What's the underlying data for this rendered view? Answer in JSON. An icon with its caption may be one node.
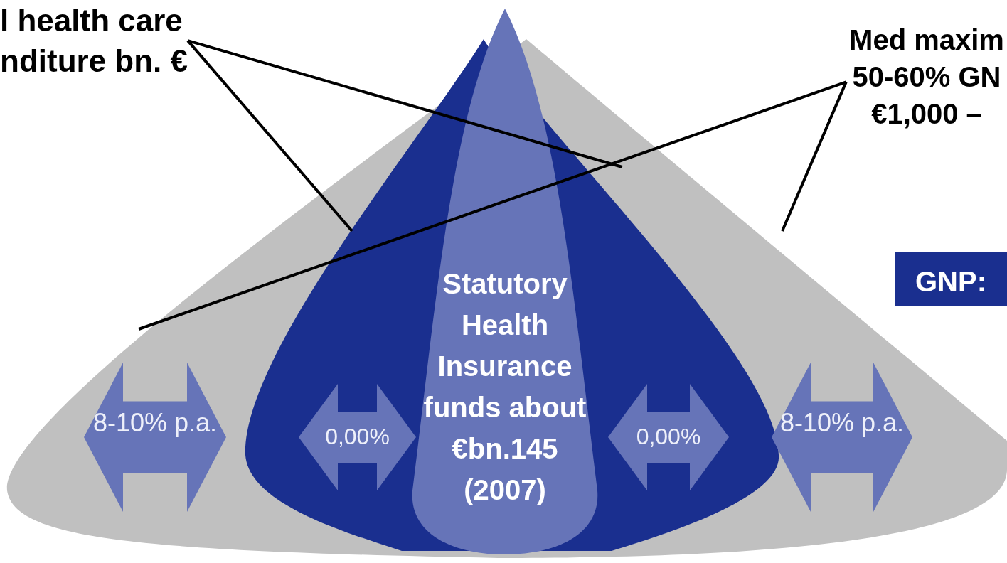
{
  "diagram": {
    "nodes": [
      {
        "text": [
          "l health care nditure bn. €"
        ]
      },
      {
        "text": [
          "Med maxim 50-60% GN €1,000 –"
        ]
      },
      {
        "text": [
          "GNP:"
        ]
      },
      {
        "text": [],
        "shape": "cone"
      },
      {
        "text": [],
        "shape": "drop",
        "in": 3
      },
      {
        "text": [
          "Statutory Health Insurance funds about €bn.145 (2007)"
        ]
      },
      {
        "text": [
          "8-10% p.a."
        ],
        "in": 3
      },
      {
        "text": [
          "0,00%"
        ],
        "in": 4
      },
      {
        "text": [
          "0,00%"
        ],
        "in": 4
      },
      {
        "text": [
          "8-10% p.a."
        ],
        "in": 3
      }
    ],
    "edges": [
      {
        "from": 0,
        "to": 4,
        "arrow": "none"
      },
      {
        "from": 0,
        "to": 4,
        "arrow": "none"
      },
      {
        "from": 1,
        "to": 3,
        "arrow": "none"
      },
      {
        "from": 1,
        "to": 3,
        "arrow": "none"
      }
    ]
  }
}
